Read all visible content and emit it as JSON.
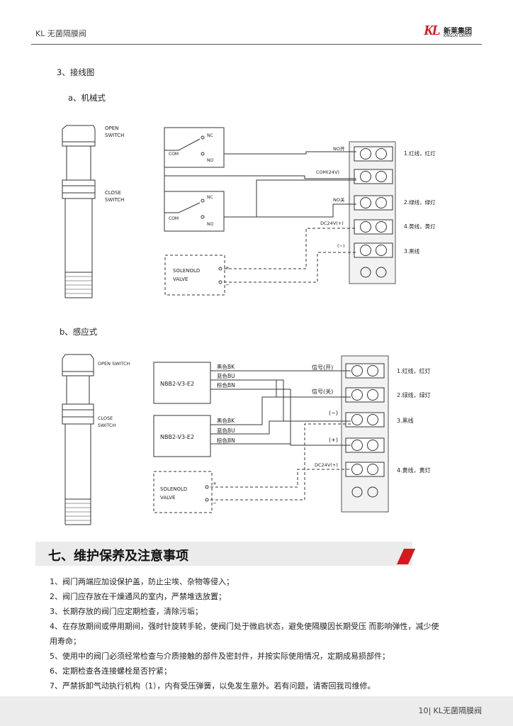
{
  "header": {
    "title": "KL 无菌隔膜阀",
    "logo_mark": "KL",
    "logo_cn": "新莱集团",
    "logo_en": "KINGLAI GROUP"
  },
  "section": {
    "title": "3、接线图",
    "a_title": "a、机械式",
    "b_title": "b、感应式"
  },
  "diagram_a": {
    "open_switch": [
      "OPEN",
      "SWITCH"
    ],
    "close_switch": [
      "CLOSE",
      "SWITCH"
    ],
    "nc": "NC",
    "com": "COM",
    "no": "NO",
    "term_labels": [
      "NO开",
      "COM(24V)",
      "NO关",
      "DC24V(+)",
      "(−)"
    ],
    "wire_labels": [
      "1.红线，红灯",
      "2.绿线，绿灯",
      "4.黄线，黄灯",
      "3.黑线"
    ],
    "valve": [
      "SOLENOLD",
      "VALVE"
    ],
    "plus": "+",
    "minus": "−"
  },
  "diagram_b": {
    "open_switch": "OPEN SWITCH",
    "close_switch": [
      "CLOSE",
      "SWITCH"
    ],
    "sensor": "NBB2-V3-E2",
    "wires": [
      "黑色BK",
      "蓝色BU",
      "棕色BN"
    ],
    "term_labels": [
      "信号(开)",
      "信号(关)",
      "(−)",
      "(+)",
      "DC24V(+)"
    ],
    "wire_labels": [
      "1.红线，红灯",
      "2.绿线，绿灯",
      "3.黑线",
      "4.黄线，黄灯"
    ],
    "valve": [
      "SOLENOLD",
      "VALVE"
    ],
    "plus": "+",
    "minus": "−"
  },
  "maintenance": {
    "title": "七、维护保养及注意事项",
    "items": [
      "1、阀门两端应加设保护盖，防止尘埃、杂物等侵入；",
      "2、阀门应存放在干燥通风的室内，严禁堆迭放置；",
      "3、长期存放的阀门应定期检查，清除污垢；",
      "4、在存放期间或停用期间，强时针旋转手轮，使阀门处于微启状态，避免使隔膜因长期受压 而影响弹性，减少使用寿命；",
      "5、使用中的阀门必须经常检查与介质接触的部件及密封件，并按实际使用情况，定期成易损部件；",
      "6、定期检查各连接螺栓是否拧紧；",
      "7、严禁拆卸气动执行机构（1），内有受压弹簧，以免发生意外。若有问题，请寄回我司维修。"
    ]
  },
  "footer": {
    "page": "10| KL无菌隔膜阀"
  },
  "colors": {
    "accent": "#d6191c",
    "banner_bg": "#ebebeb",
    "footer_bg": "#ececec"
  }
}
